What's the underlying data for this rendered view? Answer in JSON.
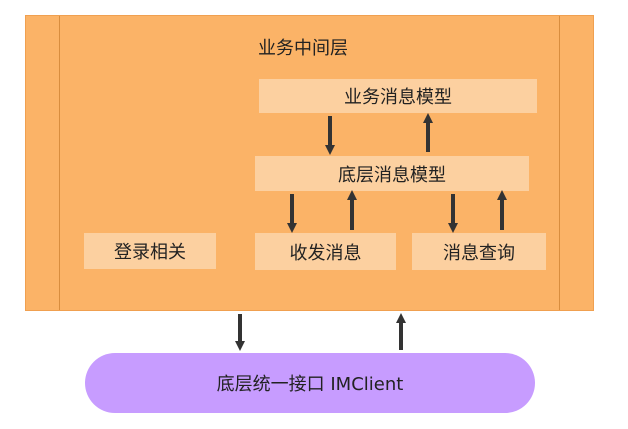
{
  "diagram": {
    "middle_layer_title": "业务中间层",
    "business_model": "业务消息模型",
    "base_model": "底层消息模型",
    "login": "登录相关",
    "send_receive": "收发消息",
    "query": "消息查询",
    "bottom_interface": "底层统一接口 IMClient"
  },
  "colors": {
    "outer_fill": "#fbb367",
    "box_fill": "#fcd0a0",
    "bottom_fill": "#c79cff",
    "arrow": "#333333"
  }
}
